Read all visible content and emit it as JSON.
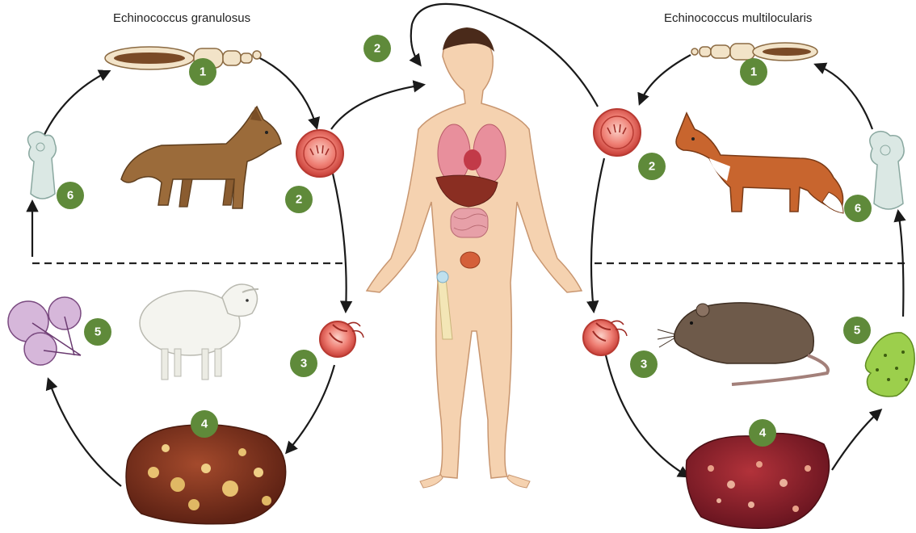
{
  "left_cycle": {
    "title": "Echinococcus granulosus",
    "steps": [
      "1",
      "2",
      "3",
      "4",
      "5",
      "6"
    ]
  },
  "right_cycle": {
    "title": "Echinococcus multilocularis",
    "steps": [
      "1",
      "2",
      "3",
      "4",
      "5",
      "6"
    ]
  },
  "human": {
    "step": "2"
  },
  "colors": {
    "badge": "#5f8a3a",
    "egg": "#e96a60",
    "liver": "#7a2e1c",
    "skin": "#f5d2b0",
    "dog": "#9b6b3a",
    "fox": "#c8652e",
    "rat": "#6e5a4a",
    "cyst_green": "#9ccf4c"
  }
}
